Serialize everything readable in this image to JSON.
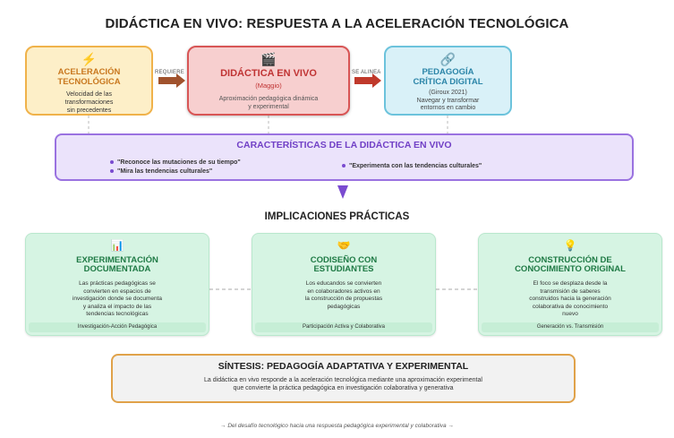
{
  "title": "DIDÁCTICA EN VIVO: RESPUESTA A LA ACELERACIÓN TECNOLÓGICA",
  "top_boxes": [
    {
      "icon": "⚡",
      "icon_name": "lightning-icon",
      "title_lines": [
        "ACELERACIÓN",
        "TECNOLÓGICA"
      ],
      "desc_lines": [
        "Velocidad de las",
        "transformaciones",
        "sin precedentes"
      ]
    },
    {
      "icon": "🎬",
      "icon_name": "clapperboard-icon",
      "title_lines": [
        "DIDÁCTICA EN VIVO"
      ],
      "author": "(Maggio)",
      "desc_lines": [
        "Aproximación pedagógica dinámica",
        "y experimental"
      ]
    },
    {
      "icon": "🔗",
      "icon_name": "link-icon",
      "title_lines": [
        "PEDAGOGÍA",
        "CRÍTICA DIGITAL"
      ],
      "desc_lines": [
        "(Giroux 2021)",
        "Navegar y transformar",
        "entornos en cambio"
      ]
    }
  ],
  "arrows": {
    "requiere": "REQUIERE",
    "se_alinea": "SE ALINEA"
  },
  "characteristics": {
    "title": "CARACTERÍSTICAS DE LA DIDÁCTICA EN VIVO",
    "items": [
      "\"Reconoce las mutaciones de su tiempo\"",
      "\"Mira las tendencias culturales\"",
      "\"Experimenta con las tendencias culturales\""
    ]
  },
  "implications_title": "IMPLICACIONES PRÁCTICAS",
  "cards": [
    {
      "icon": "📊",
      "icon_name": "bar-chart-icon",
      "title_lines": [
        "EXPERIMENTACIÓN",
        "DOCUMENTADA"
      ],
      "desc_lines": [
        "Las prácticas pedagógicas se",
        "convierten en espacios de",
        "investigación donde se documenta",
        "y analiza el impacto de las",
        "tendencias tecnológicas"
      ],
      "tag": "Investigación-Acción Pedagógica"
    },
    {
      "icon": "🤝",
      "icon_name": "handshake-icon",
      "title_lines": [
        "CODISEÑO CON",
        "ESTUDIANTES"
      ],
      "desc_lines": [
        "Los educandos se convierten",
        "en colaboradores activos en",
        "la construcción de propuestas",
        "pedagógicas"
      ],
      "tag": "Participación Activa y Colaborativa"
    },
    {
      "icon": "💡",
      "icon_name": "lightbulb-icon",
      "title_lines": [
        "CONSTRUCCIÓN DE",
        "CONOCIMIENTO ORIGINAL"
      ],
      "desc_lines": [
        "El foco se desplaza desde la",
        "transmisión de saberes",
        "construidos hacia la generación",
        "colaborativa de conocimiento",
        "nuevo"
      ],
      "tag": "Generación vs. Transmisión"
    }
  ],
  "synthesis": {
    "title": "SÍNTESIS: PEDAGOGÍA ADAPTATIVA Y EXPERIMENTAL",
    "desc_lines": [
      "La didáctica en vivo responde a la aceleración tecnológica mediante una aproximación experimental",
      "que convierte la práctica pedagógica en investigación colaborativa y generativa"
    ]
  },
  "footer": "→ Del desafío tecnológico hacia una respuesta pedagógica experimental y colaborativa →",
  "colors": {
    "accent_purple": "#9a72e0",
    "accent_red": "#d85555",
    "accent_orange": "#f0b24a",
    "accent_blue": "#6cc3dc",
    "accent_green": "#1f7a45"
  }
}
